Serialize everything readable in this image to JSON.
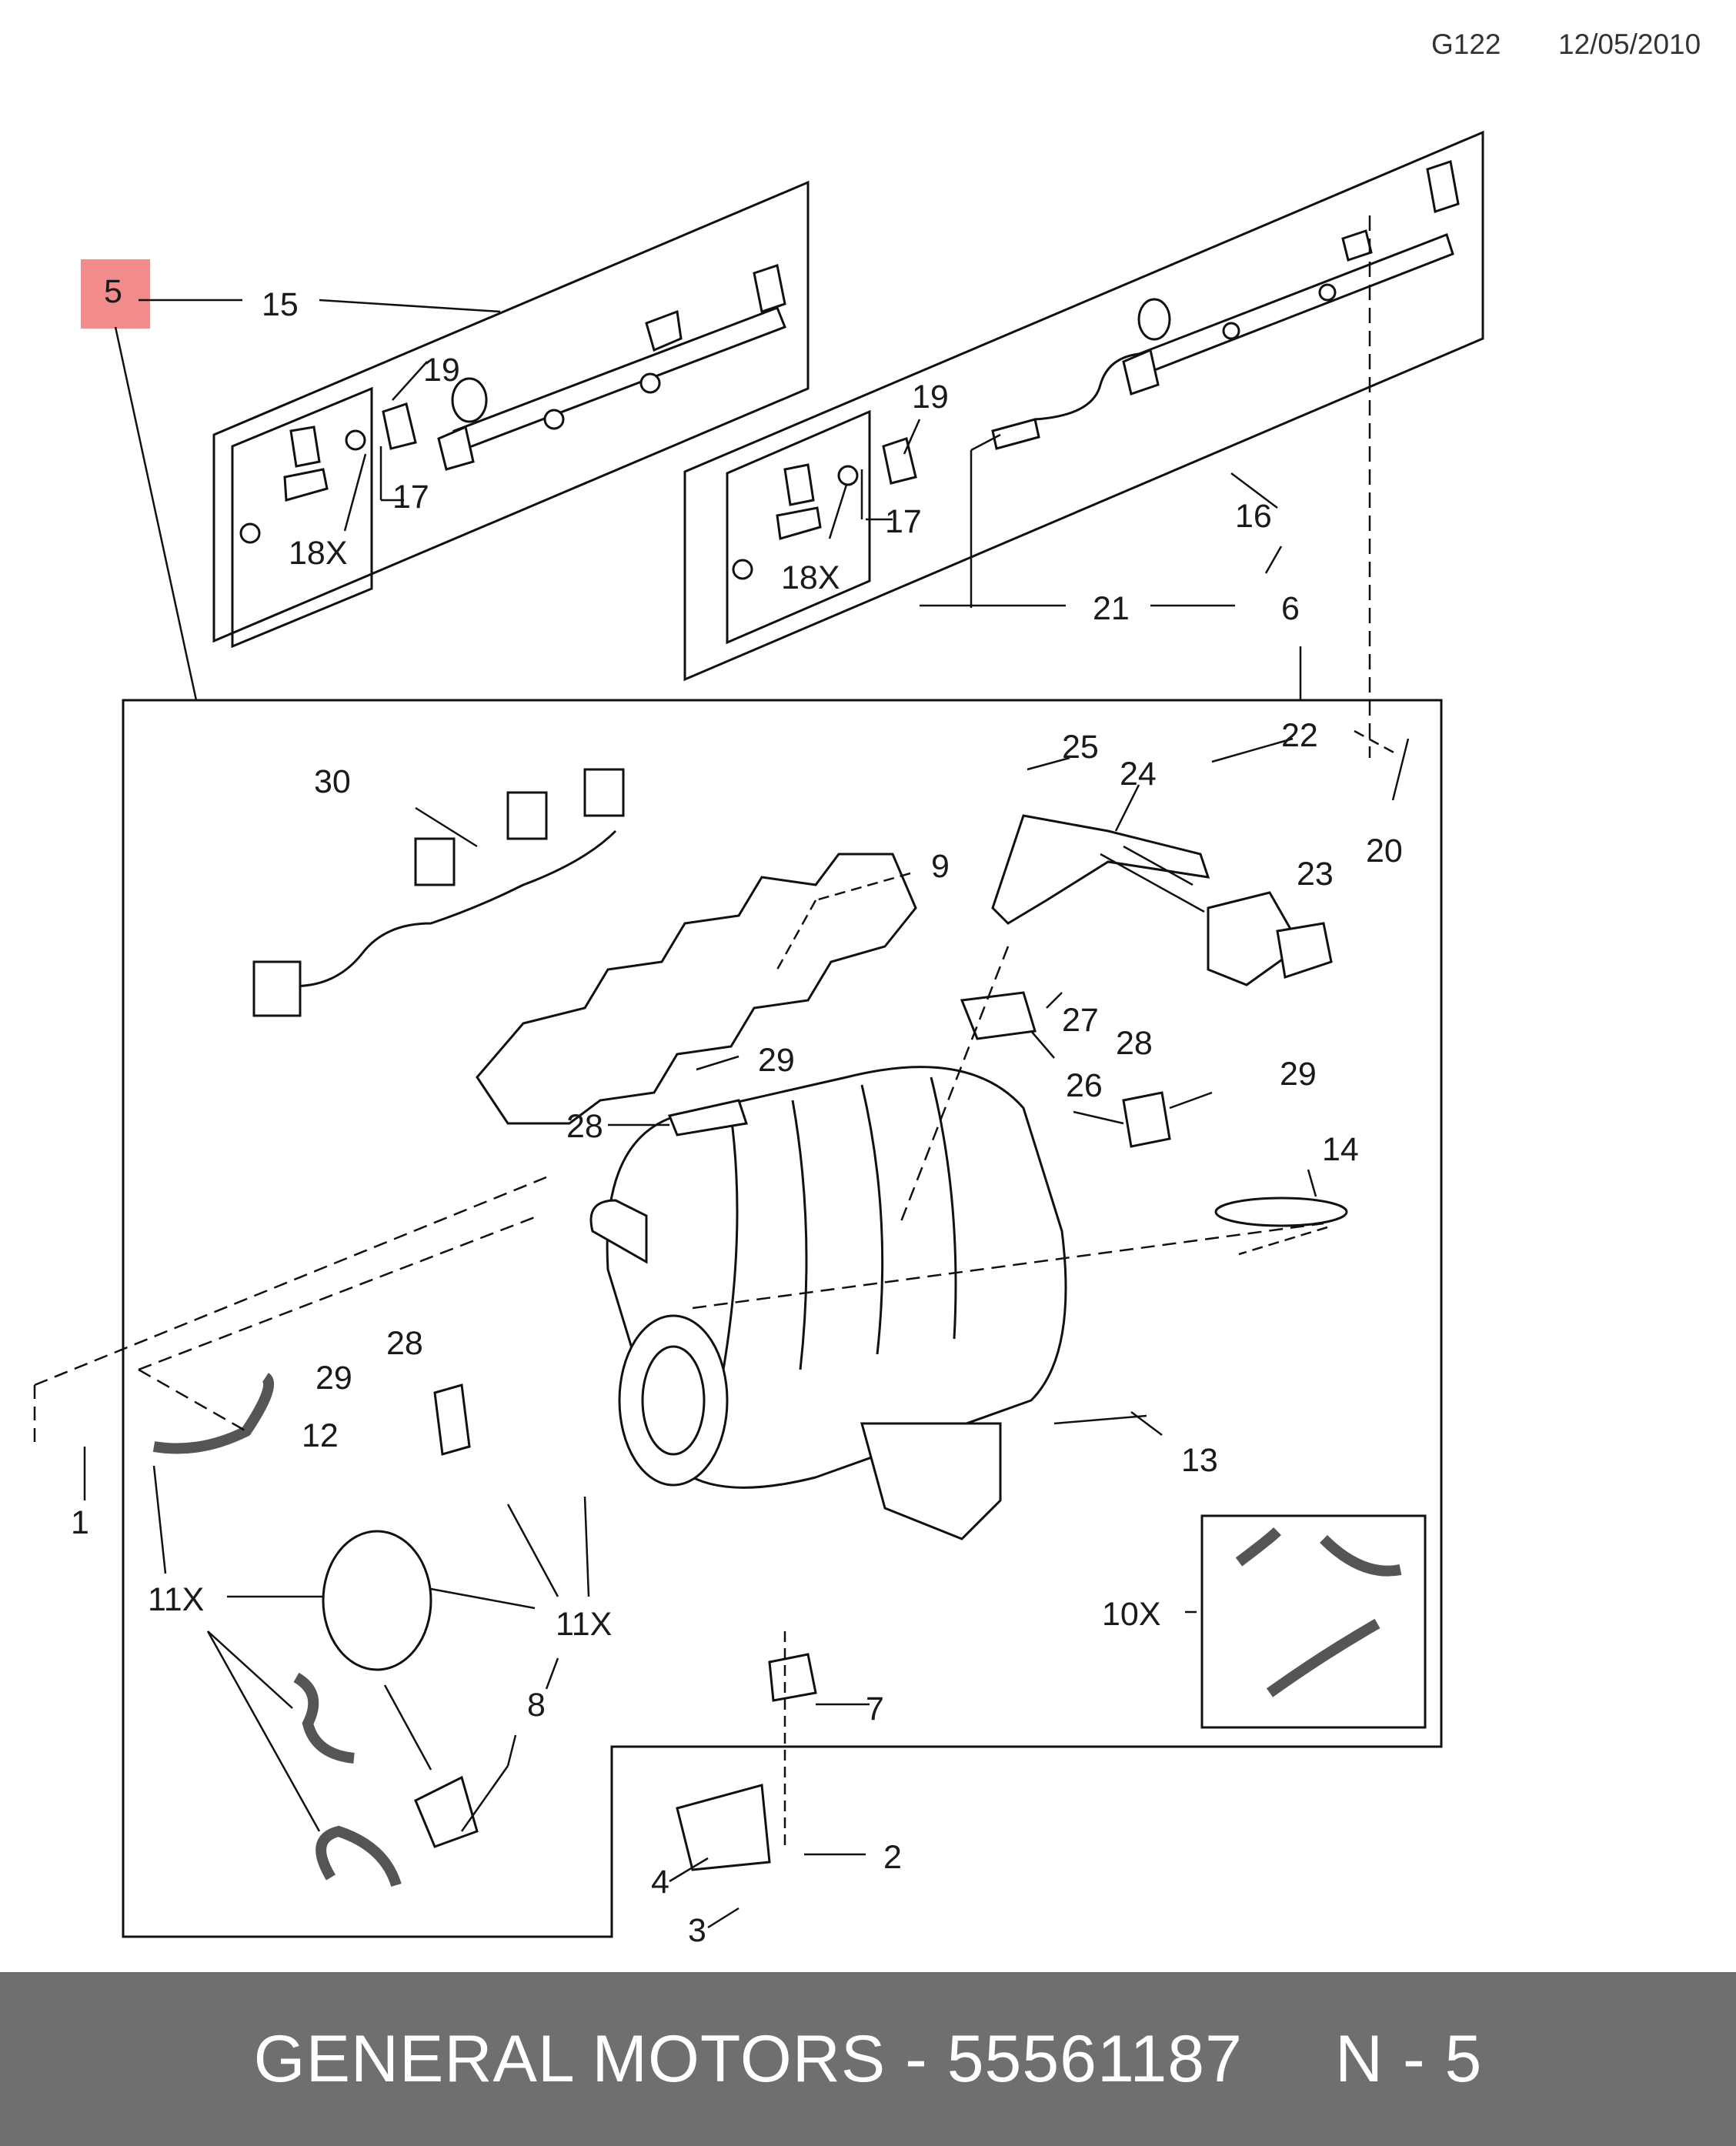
{
  "header": {
    "code": "G122",
    "date": "12/05/2010"
  },
  "callouts": {
    "c1": "1",
    "c2": "2",
    "c3": "3",
    "c4": "4",
    "c5": "5",
    "c6": "6",
    "c7": "7",
    "c8": "8",
    "c9": "9",
    "c10x": "10X",
    "c11x_a": "11X",
    "c11x_b": "11X",
    "c12": "12",
    "c13": "13",
    "c14": "14",
    "c15": "15",
    "c16": "16",
    "c17_a": "17",
    "c17_b": "17",
    "c18x_a": "18X",
    "c18x_b": "18X",
    "c19_a": "19",
    "c19_b": "19",
    "c20": "20",
    "c21": "21",
    "c22": "22",
    "c23": "23",
    "c24": "24",
    "c25": "25",
    "c26": "26",
    "c27": "27",
    "c28_a": "28",
    "c28_b": "28",
    "c28_c": "28",
    "c29_a": "29",
    "c29_b": "29",
    "c29_c": "29",
    "c30": "30"
  },
  "highlight": {
    "callout": "5",
    "color": "#f28b8b"
  },
  "footer": {
    "part_text": "GENERAL MOTORS - 55561187",
    "ref_text": "N - 5",
    "background": "#6f6f6f"
  }
}
